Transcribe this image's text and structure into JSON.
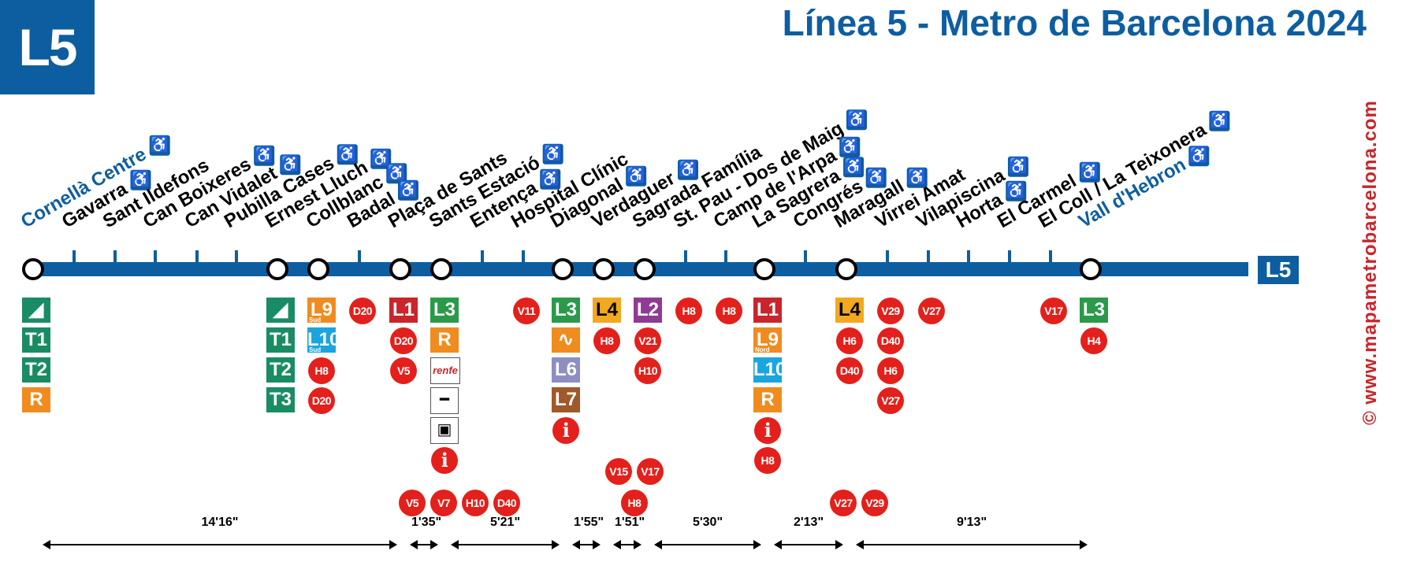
{
  "logo": "L5",
  "title": "Línea 5 - Metro de Barcelona 2024",
  "copyright": "© www.mapametrobarcelona.com",
  "line_badge_end": "L5",
  "accessible_icon": "wheelchair-icon",
  "colors": {
    "line": "#0d5ea0",
    "L1": "#c9252b",
    "L2": "#8e3b93",
    "L3": "#2a9a48",
    "L4": "#f2a81f",
    "L6": "#8d8fc3",
    "L7": "#a0592b",
    "L9": "#f08c1f",
    "L10": "#1aa5e0",
    "T": "#1a8c64",
    "R": "#f08c1f",
    "bus": "#e3201b"
  },
  "stations": [
    {
      "name": "Cornellà Centre",
      "accessible": true,
      "style": "terminal",
      "interchange": true
    },
    {
      "name": "Gavarra",
      "accessible": true
    },
    {
      "name": "Sant Ildefons",
      "accessible": false
    },
    {
      "name": "Can Boixeres",
      "accessible": true
    },
    {
      "name": "Can Vidalet",
      "accessible": true
    },
    {
      "name": "Pubilla Cases",
      "accessible": true
    },
    {
      "name": "Ernest Lluch",
      "accessible": true,
      "interchange": true
    },
    {
      "name": "Collblanc",
      "accessible": true,
      "interchange": true
    },
    {
      "name": "Badal",
      "accessible": true
    },
    {
      "name": "Plaça de Sants",
      "accessible": false,
      "interchange": true
    },
    {
      "name": "Sants Estació",
      "accessible": true,
      "interchange": true
    },
    {
      "name": "Entença",
      "accessible": true
    },
    {
      "name": "Hospital Clínic",
      "accessible": false
    },
    {
      "name": "Diagonal",
      "accessible": true,
      "interchange": true
    },
    {
      "name": "Verdaguer",
      "accessible": true,
      "interchange": true
    },
    {
      "name": "Sagrada Família",
      "accessible": false,
      "interchange": true
    },
    {
      "name": "St. Pau - Dos de Maig",
      "accessible": true
    },
    {
      "name": "Camp de l'Arpa",
      "accessible": true
    },
    {
      "name": "La Sagrera",
      "accessible": true,
      "interchange": true
    },
    {
      "name": "Congrés",
      "accessible": true
    },
    {
      "name": "Maragall",
      "accessible": true,
      "interchange": true
    },
    {
      "name": "Virrei Amat",
      "accessible": false
    },
    {
      "name": "Vilapiscina",
      "accessible": true
    },
    {
      "name": "Horta",
      "accessible": true
    },
    {
      "name": "El Carmel",
      "accessible": true
    },
    {
      "name": "El Coll / La Teixonera",
      "accessible": true
    },
    {
      "name": "Vall d'Hebron",
      "accessible": true,
      "style": "terminal",
      "interchange": true
    }
  ],
  "connections": [
    {
      "station": 0,
      "items": [
        {
          "kind": "tram-icon"
        },
        {
          "kind": "square",
          "text": "T1",
          "color": "T"
        },
        {
          "kind": "square",
          "text": "T2",
          "color": "T"
        },
        {
          "kind": "square",
          "text": "R",
          "color": "R"
        }
      ]
    },
    {
      "station": 6,
      "items": [
        {
          "kind": "tram-icon"
        },
        {
          "kind": "square",
          "text": "T1",
          "color": "T"
        },
        {
          "kind": "square",
          "text": "T2",
          "color": "T"
        },
        {
          "kind": "square",
          "text": "T3",
          "color": "T"
        }
      ]
    },
    {
      "station": 7,
      "items": [
        {
          "kind": "square",
          "text": "L9",
          "sub": "Sud",
          "color": "L9"
        },
        {
          "kind": "square",
          "text": "L10",
          "sub": "Sud",
          "color": "L10"
        },
        {
          "kind": "bus",
          "text": "H8"
        },
        {
          "kind": "bus",
          "text": "D20"
        }
      ]
    },
    {
      "station": 8,
      "items": [
        {
          "kind": "bus",
          "text": "D20"
        }
      ]
    },
    {
      "station": 9,
      "items": [
        {
          "kind": "square",
          "text": "L1",
          "color": "L1"
        },
        {
          "kind": "bus",
          "text": "D20"
        },
        {
          "kind": "bus",
          "text": "V5"
        }
      ]
    },
    {
      "station": 10,
      "items": [
        {
          "kind": "square",
          "text": "L3",
          "color": "L3"
        },
        {
          "kind": "square",
          "text": "R",
          "color": "R"
        },
        {
          "kind": "renfe",
          "text": "renfe"
        },
        {
          "kind": "train-icon"
        },
        {
          "kind": "bus-station-icon"
        },
        {
          "kind": "info"
        }
      ]
    },
    {
      "station": 12,
      "items": [
        {
          "kind": "bus",
          "text": "V11"
        }
      ]
    },
    {
      "station": 13,
      "items": [
        {
          "kind": "square",
          "text": "L3",
          "color": "L3"
        },
        {
          "kind": "square",
          "text": "L8-icon",
          "color": "R"
        },
        {
          "kind": "square",
          "text": "L6",
          "color": "L6"
        },
        {
          "kind": "square",
          "text": "L7",
          "color": "L7"
        },
        {
          "kind": "info"
        }
      ]
    },
    {
      "station": 14,
      "items": [
        {
          "kind": "square",
          "text": "L4",
          "color": "L4",
          "dark": true
        },
        {
          "kind": "bus",
          "text": "H8"
        }
      ]
    },
    {
      "station": 15,
      "items": [
        {
          "kind": "square",
          "text": "L2",
          "color": "L2"
        },
        {
          "kind": "bus",
          "text": "V21"
        },
        {
          "kind": "bus",
          "text": "H10"
        }
      ]
    },
    {
      "station": 16,
      "items": [
        {
          "kind": "bus",
          "text": "H8"
        }
      ]
    },
    {
      "station": 17,
      "items": [
        {
          "kind": "bus",
          "text": "H8"
        }
      ]
    },
    {
      "station": 18,
      "items": [
        {
          "kind": "square",
          "text": "L1",
          "color": "L1"
        },
        {
          "kind": "square",
          "text": "L9",
          "sub": "Nord",
          "color": "L9"
        },
        {
          "kind": "square",
          "text": "L10",
          "color": "L10"
        },
        {
          "kind": "square",
          "text": "R",
          "color": "R"
        },
        {
          "kind": "info"
        },
        {
          "kind": "bus",
          "text": "H8"
        }
      ]
    },
    {
      "station": 20,
      "items": [
        {
          "kind": "square",
          "text": "L4",
          "color": "L4",
          "dark": true
        },
        {
          "kind": "bus",
          "text": "H6"
        },
        {
          "kind": "bus",
          "text": "D40"
        }
      ]
    },
    {
      "station": 21,
      "items": [
        {
          "kind": "bus",
          "text": "V29"
        },
        {
          "kind": "bus",
          "text": "D40"
        },
        {
          "kind": "bus",
          "text": "H6"
        },
        {
          "kind": "bus",
          "text": "V27"
        }
      ]
    },
    {
      "station": 22,
      "items": [
        {
          "kind": "bus",
          "text": "V27"
        }
      ]
    },
    {
      "station": 25,
      "items": [
        {
          "kind": "bus",
          "text": "V17"
        }
      ]
    },
    {
      "station": 26,
      "items": [
        {
          "kind": "square",
          "text": "L3",
          "color": "L3"
        },
        {
          "kind": "bus",
          "text": "H4"
        }
      ]
    }
  ],
  "bottom_buses": [
    {
      "text": "V5"
    },
    {
      "text": "V7"
    },
    {
      "text": "H10"
    },
    {
      "text": "D40"
    },
    {
      "text": "V15"
    },
    {
      "text": "V17"
    },
    {
      "text": "H8"
    },
    {
      "text": "V27"
    },
    {
      "text": "V29"
    }
  ],
  "segments": [
    {
      "from": 0,
      "to": 9,
      "time": "14'16\""
    },
    {
      "from": 9,
      "to": 10,
      "time": "1'35\""
    },
    {
      "from": 10,
      "to": 13,
      "time": "5'21\""
    },
    {
      "from": 13,
      "to": 14,
      "time": "1'55\""
    },
    {
      "from": 14,
      "to": 15,
      "time": "1'51\""
    },
    {
      "from": 15,
      "to": 18,
      "time": "5'30\""
    },
    {
      "from": 18,
      "to": 20,
      "time": "2'13\""
    },
    {
      "from": 20,
      "to": 26,
      "time": "9'13\""
    }
  ]
}
